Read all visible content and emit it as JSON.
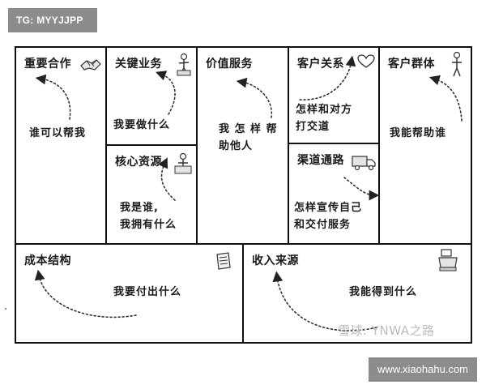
{
  "badge_text": "TG: MYYJJPP",
  "site_text": "www.xiaohahu.com",
  "watermark_text": "雪球: YNWA之路",
  "cells": {
    "key_partners": {
      "title": "重要合作",
      "desc": "谁可以帮我",
      "icon": "handshake-icon"
    },
    "key_activities": {
      "title": "关键业务",
      "desc": "我要做什么",
      "icon": "worker-icon"
    },
    "key_resources": {
      "title": "核心资源",
      "desc_line1": "我是谁,",
      "desc_line2": "我拥有什么",
      "icon": "person-at-desk-icon"
    },
    "value_propositions": {
      "title": "价值服务",
      "desc_line1": "我 怎 样 帮",
      "desc_line2": "助他人",
      "icon": ""
    },
    "customer_relationships": {
      "title": "客户关系",
      "desc_line1": "怎样和对方",
      "desc_line2": "打交道",
      "icon": "heart-icon"
    },
    "channels": {
      "title": "渠道通路",
      "desc_line1": "怎样宣传自己",
      "desc_line2": "和交付服务",
      "icon": "truck-icon"
    },
    "customer_segments": {
      "title": "客户群体",
      "desc": "我能帮助谁",
      "icon": "standing-person-icon"
    },
    "cost_structure": {
      "title": "成本结构",
      "desc": "我要付出什么",
      "icon": "receipt-icon"
    },
    "revenue_streams": {
      "title": "收入来源",
      "desc": "我能得到什么",
      "icon": "cash-register-icon"
    }
  }
}
